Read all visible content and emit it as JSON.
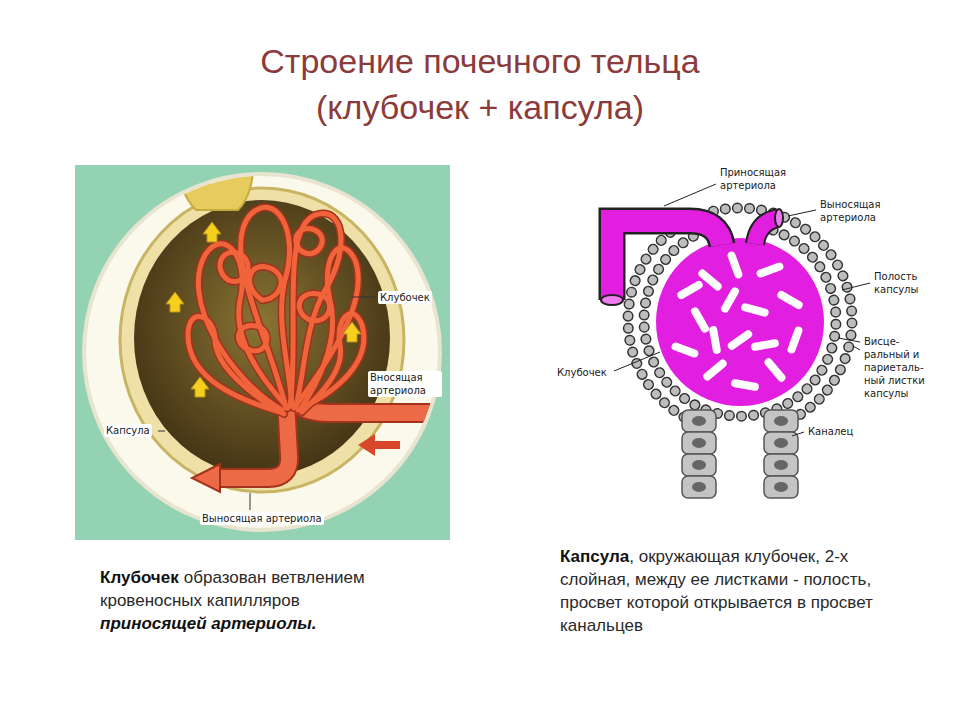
{
  "diagram": {
    "title": "Строение почечного тельца (клубочек + капсула)",
    "labels": [
      "Клубочек",
      "Вносящая артериола",
      "Капсула",
      "Выносящая артериола",
      "Приносящая артериола",
      "Выносящая артериола",
      "Полость капсулы",
      "Висце- ральный и париеталь- ный листки капсулы",
      "Клубочек",
      "Каналец",
      "Клубочек",
      "образован ветвлением кровеносных капилляров",
      "приносящей артериолы.",
      "Капсула",
      ", окружающая клубочек, 2-х слойная, между ее листками - полость, просвет которой открывается в просвет канальцев"
    ]
  }
}
